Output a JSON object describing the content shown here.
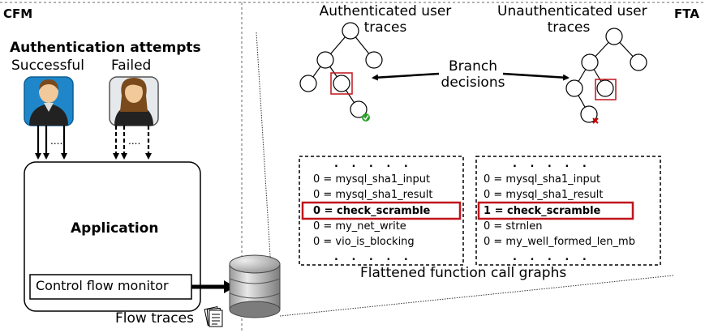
{
  "cfm_label": "CFM",
  "fta_label": "FTA",
  "auth_attempts_title": "Authentication attempts",
  "successful_label": "Successful",
  "failed_label": "Failed",
  "application_label": "Application",
  "control_flow_monitor_label": "Control flow monitor",
  "flow_traces_label": "Flow traces",
  "auth_traces_label": [
    "Authenticated user",
    "traces"
  ],
  "unauth_traces_label": [
    "Unauthenticated user",
    "traces"
  ],
  "branch_decisions_label": [
    "Branch",
    "decisions"
  ],
  "flattened_caption": "Flattened function call graphs",
  "dots_text": ". . . . .",
  "dots_inline": "....",
  "graph_left": [
    "0 = mysql_sha1_input",
    "0 = mysql_sha1_result",
    "0 = check_scramble",
    "0 = my_net_write",
    "0 = vio_is_blocking"
  ],
  "graph_right": [
    "0 = mysql_sha1_input",
    "0 = mysql_sha1_result",
    "1 = check_scramble",
    "0 = strnlen",
    "0 = my_well_formed_len_mb"
  ],
  "colors": {
    "highlight_red": "#c0141c",
    "avatar_blue": "#1f87c9",
    "check_green": "#2aa02a",
    "cross_red": "#cc0000"
  }
}
